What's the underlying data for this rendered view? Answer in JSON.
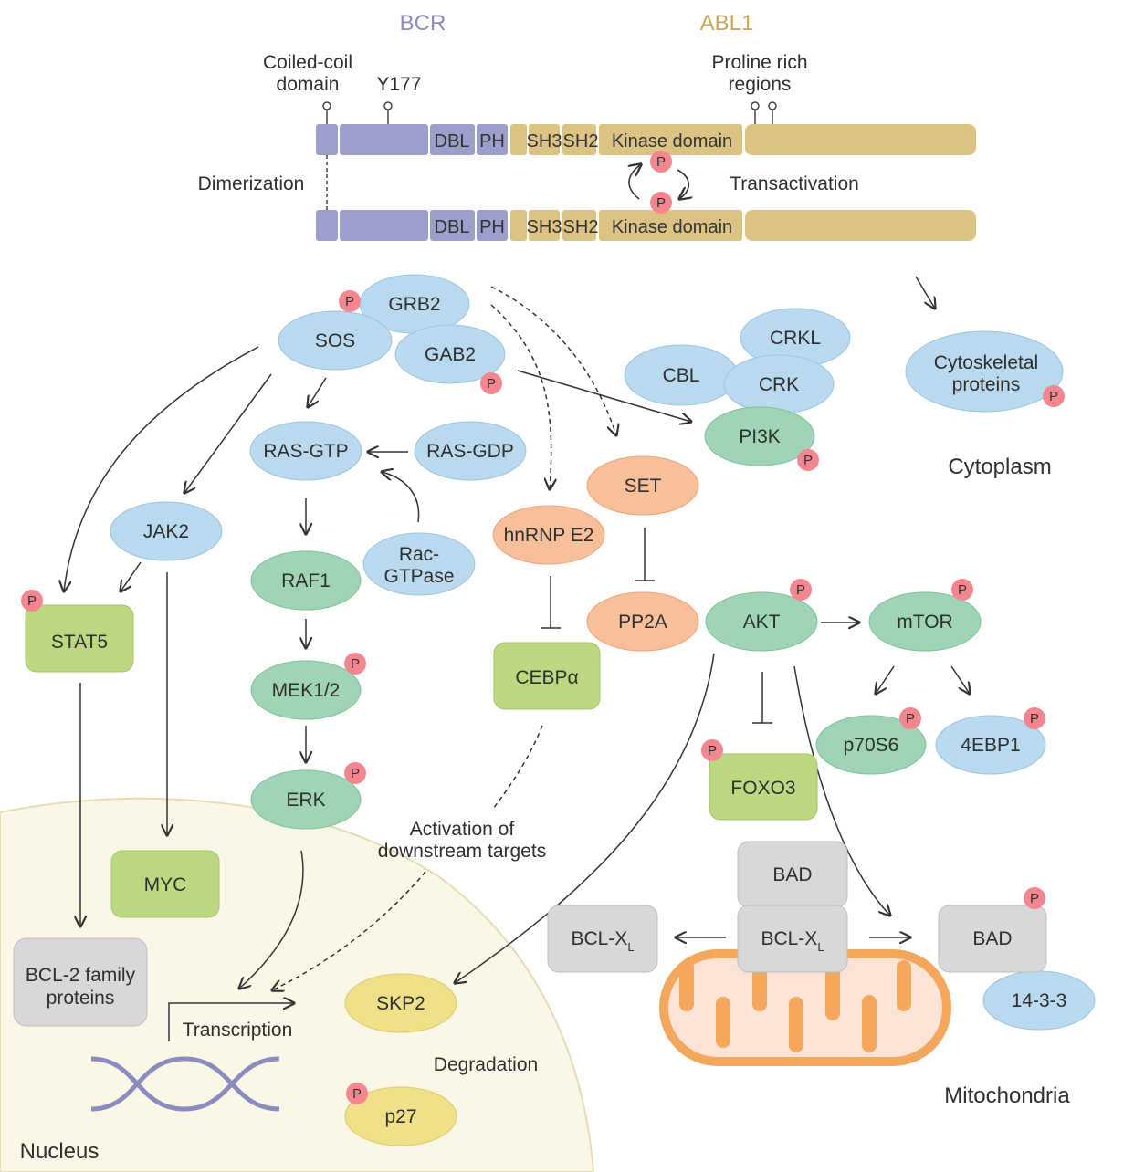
{
  "fusion": {
    "bcr_label": "BCR",
    "abl1_label": "ABL1",
    "coiled_coil_line1": "Coiled-coil",
    "coiled_coil_line2": "domain",
    "y177_label": "Y177",
    "proline_line1": "Proline rich",
    "proline_line2": "regions",
    "dimerization_label": "Dimerization",
    "transactivation_label": "Transactivation",
    "domains": {
      "dbl": "DBL",
      "ph": "PH",
      "sh3": "SH3",
      "sh2": "SH2",
      "kinase": "Kinase domain"
    },
    "phospho": "P"
  },
  "nodes": {
    "grb2": "GRB2",
    "sos": "SOS",
    "gab2": "GAB2",
    "crkl": "CRKL",
    "cbl": "CBL",
    "crk": "CRK",
    "pi3k": "PI3K",
    "cytoskeletal_line1": "Cytoskeletal",
    "cytoskeletal_line2": "proteins",
    "ras_gtp": "RAS-GTP",
    "ras_gdp": "RAS-GDP",
    "set": "SET",
    "jak2": "JAK2",
    "rac_line1": "Rac-",
    "rac_line2": "GTPase",
    "hnrnp": "hnRNP E2",
    "raf1": "RAF1",
    "stat5": "STAT5",
    "pp2a": "PP2A",
    "akt": "AKT",
    "mtor": "mTOR",
    "cebpa": "CEBPα",
    "mek": "MEK1/2",
    "p70s6": "p70S6",
    "ebp1": "4EBP1",
    "foxo3": "FOXO3",
    "erk": "ERK",
    "myc": "MYC",
    "bad_top": "BAD",
    "bclxl_left": "BCL-X",
    "bclxl_mid": "BCL-X",
    "bclxl_sub": "L",
    "bad_right": "BAD",
    "bcl2_line1": "BCL-2 family",
    "bcl2_line2": "proteins",
    "skp2": "SKP2",
    "p27": "p27",
    "protein_1433": "14-3-3"
  },
  "labels": {
    "cytoplasm": "Cytoplasm",
    "activation_line1": "Activation of",
    "activation_line2": "downstream targets",
    "transcription": "Transcription",
    "degradation": "Degradation",
    "mitochondria": "Mitochondria",
    "nucleus": "Nucleus"
  },
  "colors": {
    "bcr": "#9c9fcb",
    "abl1": "#dcc384",
    "blue_protein": "#b8d9ee",
    "green_protein": "#9fd5b4",
    "orange_protein": "#f7c09a",
    "lime_protein": "#bcd982",
    "gray_protein": "#d8d8d8",
    "yellow_protein": "#efe08a",
    "phospho": "#f4868f",
    "nucleus": "#fbf7e6",
    "mitochondria_outer": "#f2a75c",
    "mitochondria_inner": "#fbe3d6"
  }
}
